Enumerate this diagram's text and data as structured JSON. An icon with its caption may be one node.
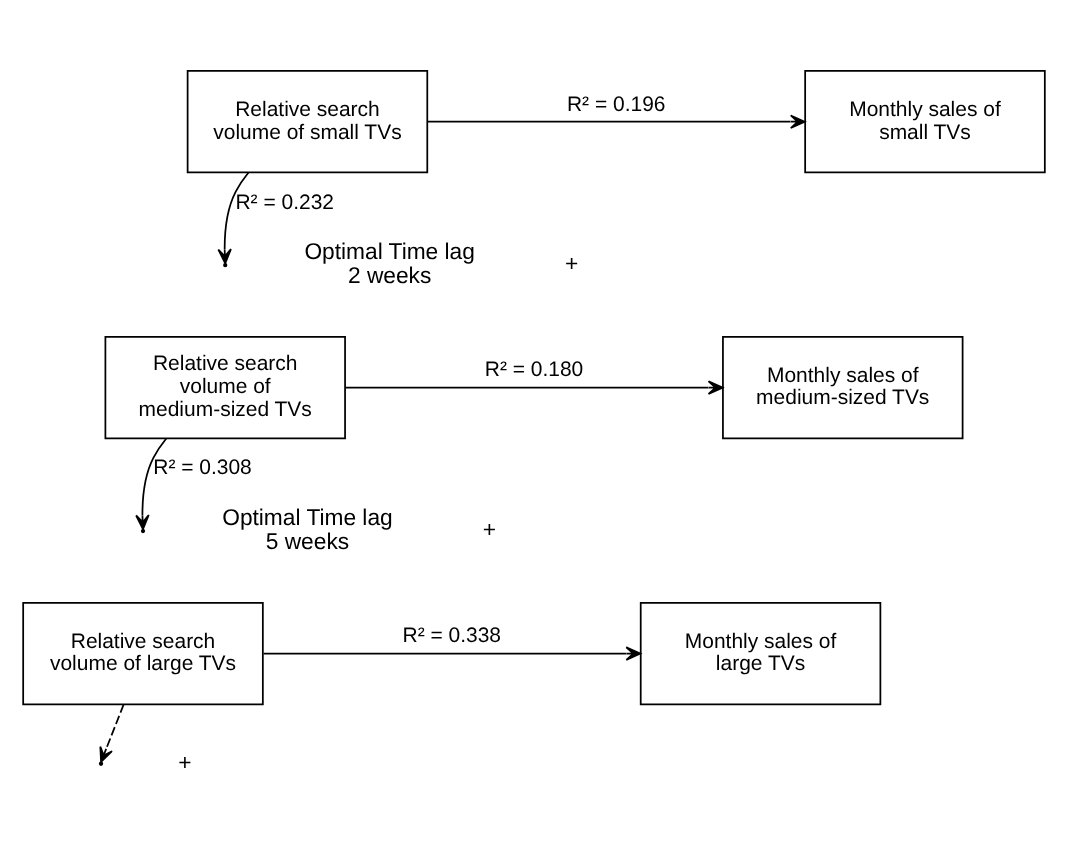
{
  "diagram": {
    "nodes": [
      {
        "text": [
          "Relative search volume of small TVs"
        ]
      },
      {
        "text": [
          "Monthly sales of small TVs"
        ]
      },
      {
        "text": [
          "Relative search volume of medium-sized TVs"
        ]
      },
      {
        "text": [
          "Monthly sales of medium-sized TVs"
        ]
      },
      {
        "text": [
          "Relative search volume of large TVs"
        ]
      },
      {
        "text": [
          "Monthly sales of large TVs"
        ]
      }
    ],
    "edges": [
      {
        "from": 0,
        "to": 1,
        "arrow": "to",
        "label": "R² = 0.196"
      },
      {
        "from": 0,
        "to": null,
        "arrow": "to",
        "label": "R² = 0.232"
      },
      {
        "from": 2,
        "to": 3,
        "arrow": "to",
        "label": "R² = 0.180"
      },
      {
        "from": 2,
        "to": null,
        "arrow": "to",
        "label": "R² = 0.308"
      },
      {
        "from": 4,
        "to": 5,
        "arrow": "to",
        "label": "R² = 0.338"
      },
      {
        "from": 4,
        "to": null,
        "arrow": "to",
        "style": "dashed"
      }
    ],
    "labels": [
      "+",
      "Optimal Time lag 2 weeks",
      "+",
      "Optimal Time lag 5 weeks",
      "+"
    ]
  }
}
